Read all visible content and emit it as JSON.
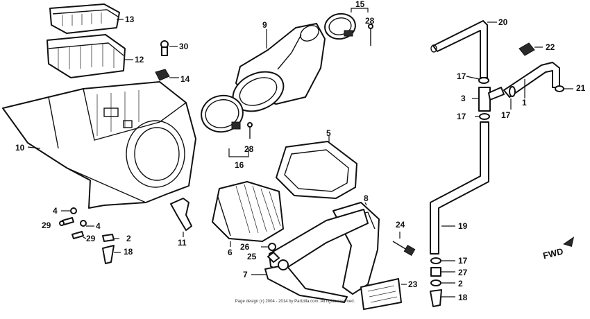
{
  "callouts": {
    "c13": "13",
    "c12": "12",
    "c30": "30",
    "c14": "14",
    "c10": "10",
    "c9": "9",
    "c15": "15",
    "c28a": "28",
    "c16": "16",
    "c28b": "28",
    "c20": "20",
    "c22": "22",
    "c17a": "17",
    "c3": "3",
    "c1": "1",
    "c21": "21",
    "c17b": "17",
    "c17c": "17",
    "c5": "5",
    "c8": "8",
    "c19": "19",
    "c4a": "4",
    "c29a": "29",
    "c4b": "4",
    "c29b": "29",
    "c2a": "2",
    "c18a": "18",
    "c11": "11",
    "c6": "6",
    "c26": "26",
    "c25": "25",
    "c24": "24",
    "c7": "7",
    "c23": "23",
    "c17d": "17",
    "c27": "27",
    "c2b": "2",
    "c18b": "18"
  },
  "fwd_label": "FWD",
  "footer": "Page design (c) 2004 - 2014 by Partzilla.com. All rights reserved."
}
